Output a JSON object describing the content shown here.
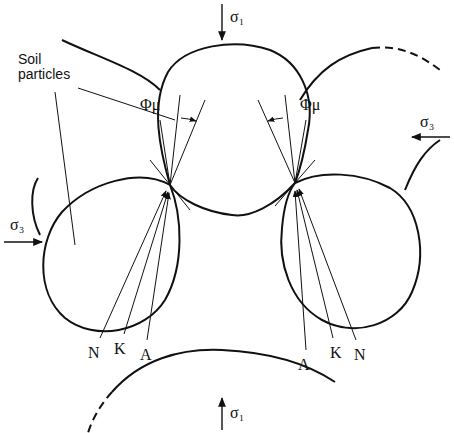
{
  "diagram": {
    "labels": [
      "σ₁",
      "σ₁",
      "σ₃",
      "σ₃",
      "Soil particles",
      "Φμ",
      "Φμ",
      "N",
      "K",
      "A",
      "A",
      "K",
      "N"
    ]
  }
}
